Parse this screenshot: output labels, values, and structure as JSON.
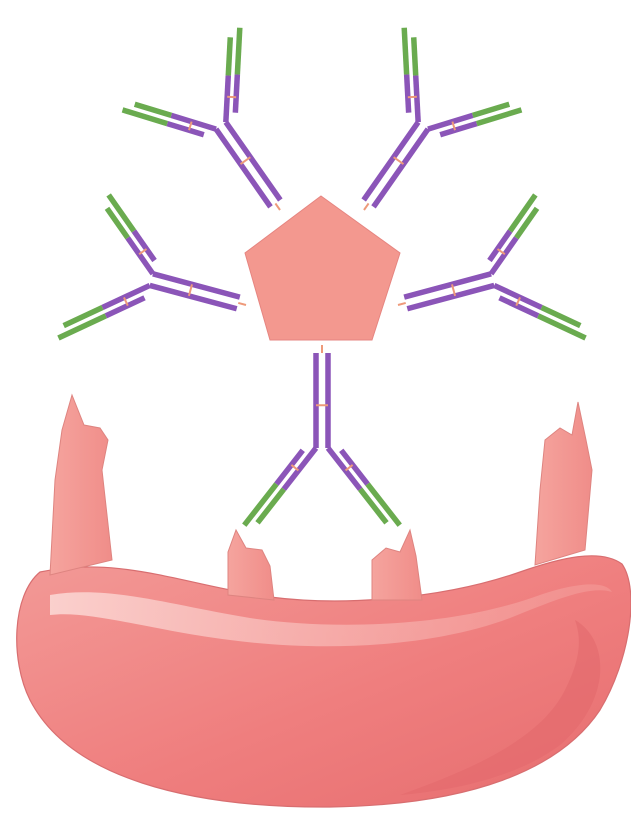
{
  "diagram": {
    "colors": {
      "heavy_chain": "#8b55b8",
      "light_chain_variable": "#6aab4f",
      "disulfide": "#ee9a7a",
      "antigen": "#f3988f",
      "cell_body": "#ef7e7e",
      "cell_highlight": "#f8c6c2"
    },
    "antigen": {
      "shape": "pentagon"
    },
    "antibodies": [
      {
        "id": "top-left",
        "binds_cell": false
      },
      {
        "id": "top-right",
        "binds_cell": false
      },
      {
        "id": "middle-left",
        "binds_cell": true
      },
      {
        "id": "middle-right",
        "binds_cell": true
      },
      {
        "id": "bottom-center",
        "binds_cell": true
      }
    ],
    "cell": {
      "shape": "curved red blood cell",
      "receptor_count": 4
    }
  }
}
